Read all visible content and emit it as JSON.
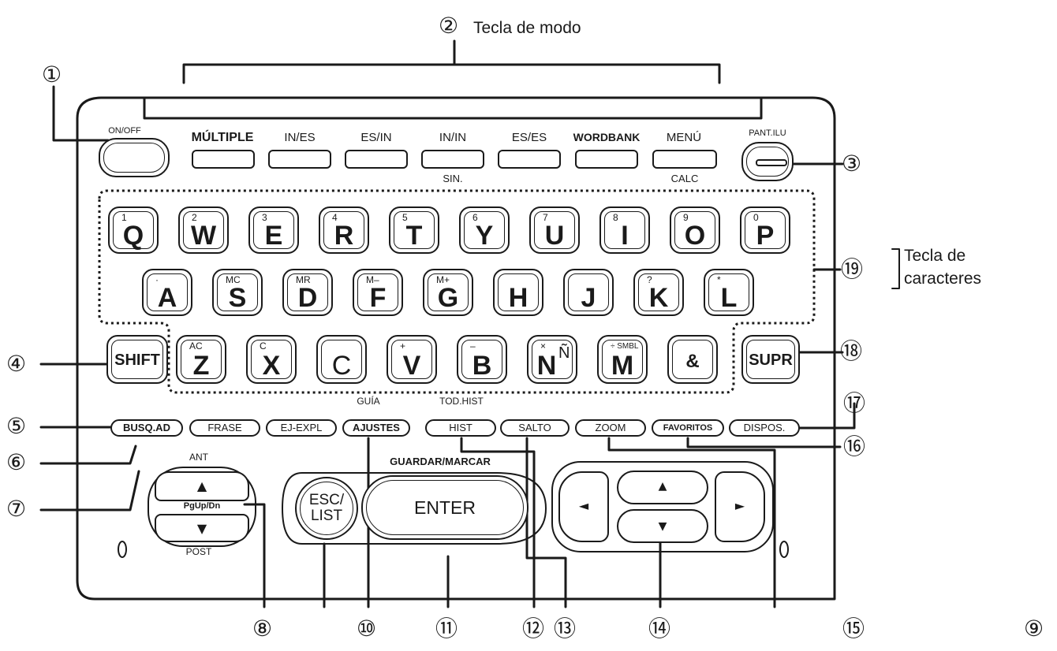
{
  "labels": {
    "mode_key": "Tecla de modo",
    "char_key_line1": "Tecla de",
    "char_key_line2": "caracteres"
  },
  "callouts": [
    "①",
    "②",
    "③",
    "④",
    "⑤",
    "⑥",
    "⑦",
    "⑧",
    "⑨",
    "⑩",
    "⑪",
    "⑫",
    "⑬",
    "⑭",
    "⑮",
    "⑯",
    "⑰",
    "⑱",
    "⑲"
  ],
  "top_keys": {
    "on_off": "ON/OFF",
    "pant_ilu": "PANT.ILU"
  },
  "mode_keys": [
    {
      "label": "MÚLTIPLE",
      "below": ""
    },
    {
      "label": "IN/ES",
      "below": ""
    },
    {
      "label": "ES/IN",
      "below": ""
    },
    {
      "label": "IN/IN",
      "below": "SIN."
    },
    {
      "label": "ES/ES",
      "below": ""
    },
    {
      "label": "WORDBANK",
      "below": ""
    },
    {
      "label": "MENÚ",
      "below": "CALC"
    }
  ],
  "keyboard": {
    "row1": [
      {
        "main": "Q",
        "sub": "1"
      },
      {
        "main": "W",
        "sub": "2"
      },
      {
        "main": "E",
        "sub": "3"
      },
      {
        "main": "R",
        "sub": "4"
      },
      {
        "main": "T",
        "sub": "5"
      },
      {
        "main": "Y",
        "sub": "6"
      },
      {
        "main": "U",
        "sub": "7"
      },
      {
        "main": "I",
        "sub": "8"
      },
      {
        "main": "O",
        "sub": "9"
      },
      {
        "main": "P",
        "sub": "0"
      }
    ],
    "row2": [
      {
        "main": "A",
        "sub": "·"
      },
      {
        "main": "S",
        "sub": "MC"
      },
      {
        "main": "D",
        "sub": "MR"
      },
      {
        "main": "F",
        "sub": "M–"
      },
      {
        "main": "G",
        "sub": "M+"
      },
      {
        "main": "H",
        "sub": ""
      },
      {
        "main": "J",
        "sub": ""
      },
      {
        "main": "K",
        "sub": "?"
      },
      {
        "main": "L",
        "sub": "*"
      }
    ],
    "row3": [
      {
        "main": "Z",
        "sub": "AC"
      },
      {
        "main": "X",
        "sub": "C"
      },
      {
        "main": "C",
        "sub": ""
      },
      {
        "main": "V",
        "sub": "+"
      },
      {
        "main": "B",
        "sub": "–"
      },
      {
        "main": "N",
        "sub": "×",
        "extra": "Ñ"
      },
      {
        "main": "M",
        "sub": "÷ SMBL"
      },
      {
        "main": "&",
        "sub": ""
      }
    ],
    "shift": "SHIFT",
    "supr": "SUPR"
  },
  "function_keys": [
    {
      "label": "BUSQ.AD",
      "above": ""
    },
    {
      "label": "FRASE",
      "above": ""
    },
    {
      "label": "EJ-EXPL",
      "above": ""
    },
    {
      "label": "AJUSTES",
      "above": "GUÍA"
    },
    {
      "label": "HIST",
      "above": "TOD.HIST"
    },
    {
      "label": "SALTO",
      "above": ""
    },
    {
      "label": "ZOOM",
      "above": ""
    },
    {
      "label": "FAVORITOS",
      "above": ""
    },
    {
      "label": "DISPOS.",
      "above": ""
    }
  ],
  "bottom_keys": {
    "ant": "ANT",
    "pgupdn": "PgUp/Dn",
    "post": "POST",
    "esc_line1": "ESC/",
    "esc_line2": "LIST",
    "enter": "ENTER",
    "guardar": "GUARDAR/MARCAR",
    "up_arrow": "▲",
    "down_arrow": "▼",
    "left_arrow": "◄",
    "right_arrow": "►",
    "pg_up_arrow": "⯭",
    "pg_down_arrow": "⯯"
  }
}
